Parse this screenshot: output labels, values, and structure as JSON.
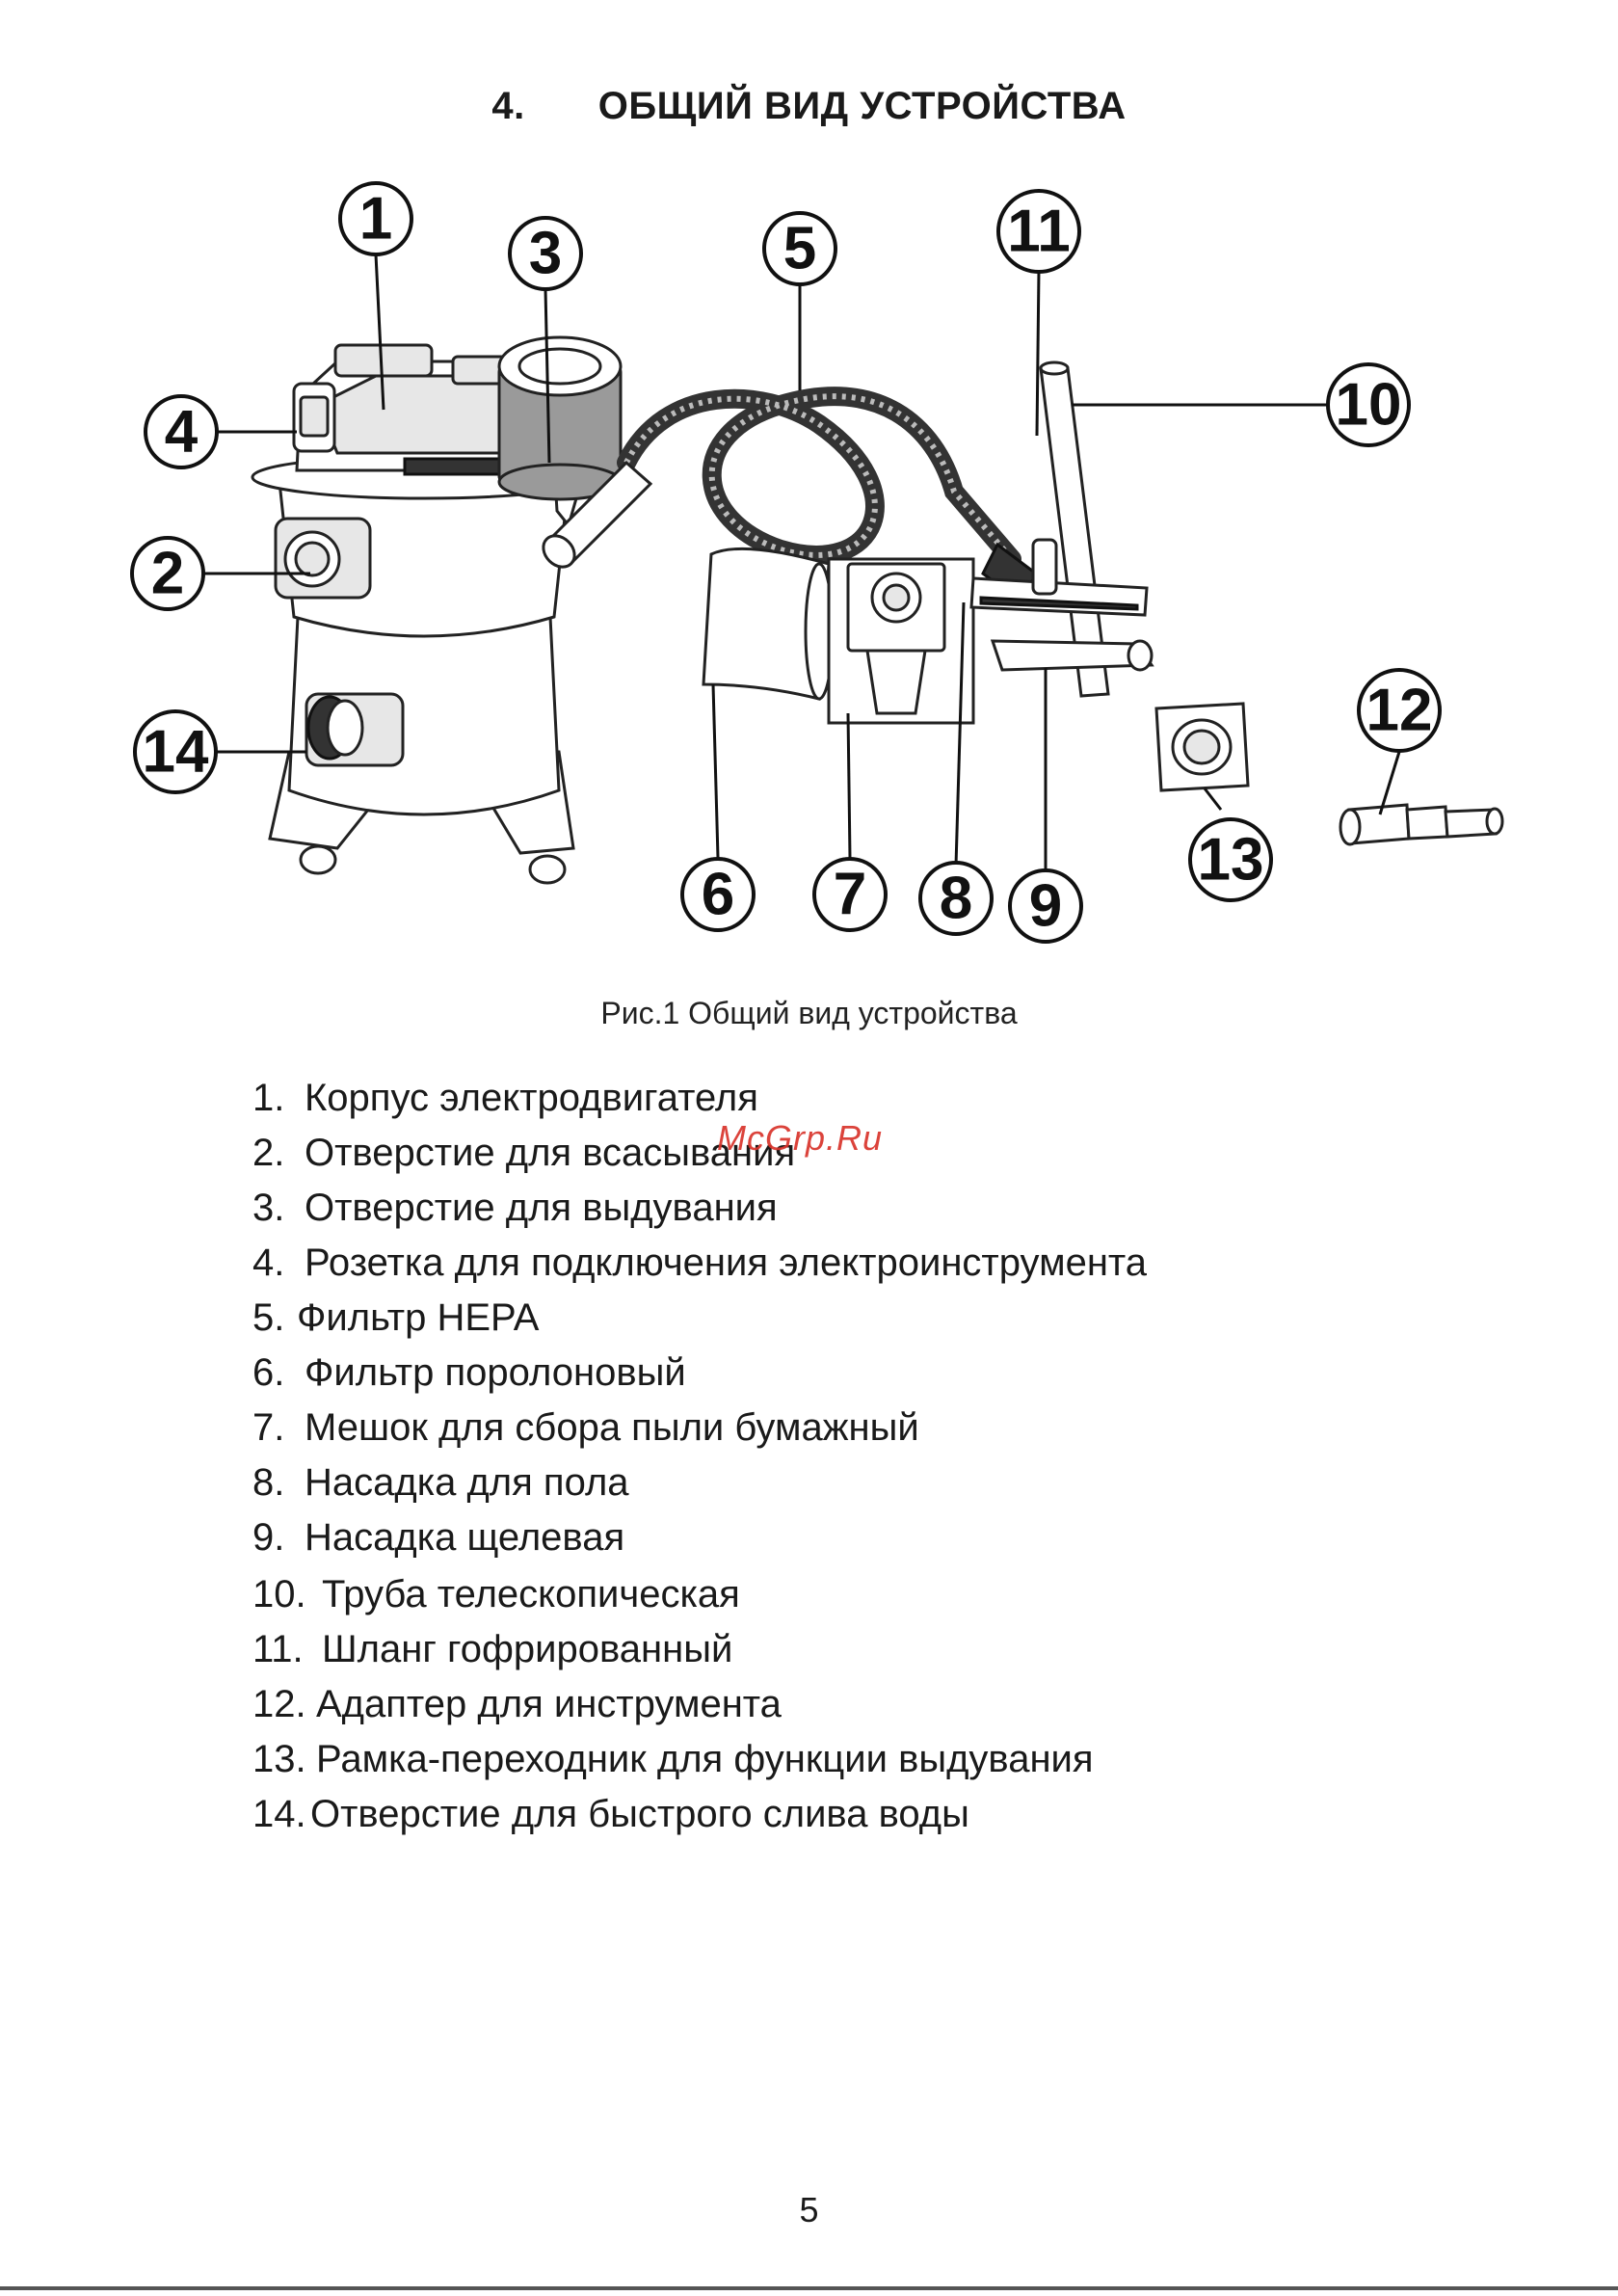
{
  "heading": {
    "number": "4.",
    "title": "ОБЩИЙ ВИД УСТРОЙСТВА"
  },
  "figure": {
    "callouts": [
      "1",
      "2",
      "3",
      "4",
      "5",
      "6",
      "7",
      "8",
      "9",
      "10",
      "11",
      "12",
      "13",
      "14"
    ],
    "caption": "Рис.1 Общий вид устройства"
  },
  "parts": [
    {
      "num": "1.",
      "text": "Корпус электродвигателя"
    },
    {
      "num": "2.",
      "text": "Отверстие для всасывания"
    },
    {
      "num": "3.",
      "text": "Отверстие для выдувания"
    },
    {
      "num": "4.",
      "text": "Розетка для подключения электроинструмента"
    },
    {
      "num": "5.",
      "text": "Фильтр HEPA"
    },
    {
      "num": "6.",
      "text": "Фильтр поролоновый"
    },
    {
      "num": "7.",
      "text": "Мешок для сбора пыли бумажный"
    },
    {
      "num": "8.",
      "text": "Насадка для пола"
    },
    {
      "num": "9.",
      "text": "Насадка щелевая"
    },
    {
      "num": "10.",
      "text": "Труба телескопическая"
    },
    {
      "num": "11.",
      "text": "Шланг гофрированный"
    },
    {
      "num": "12.",
      "text": "Адаптер для инструмента"
    },
    {
      "num": "13.",
      "text": "Рамка-переходник для функции выдувания"
    },
    {
      "num": "14.",
      "text": "Отверстие для быстрого слива воды"
    }
  ],
  "watermark": "McGrp.Ru",
  "page_number": "5"
}
